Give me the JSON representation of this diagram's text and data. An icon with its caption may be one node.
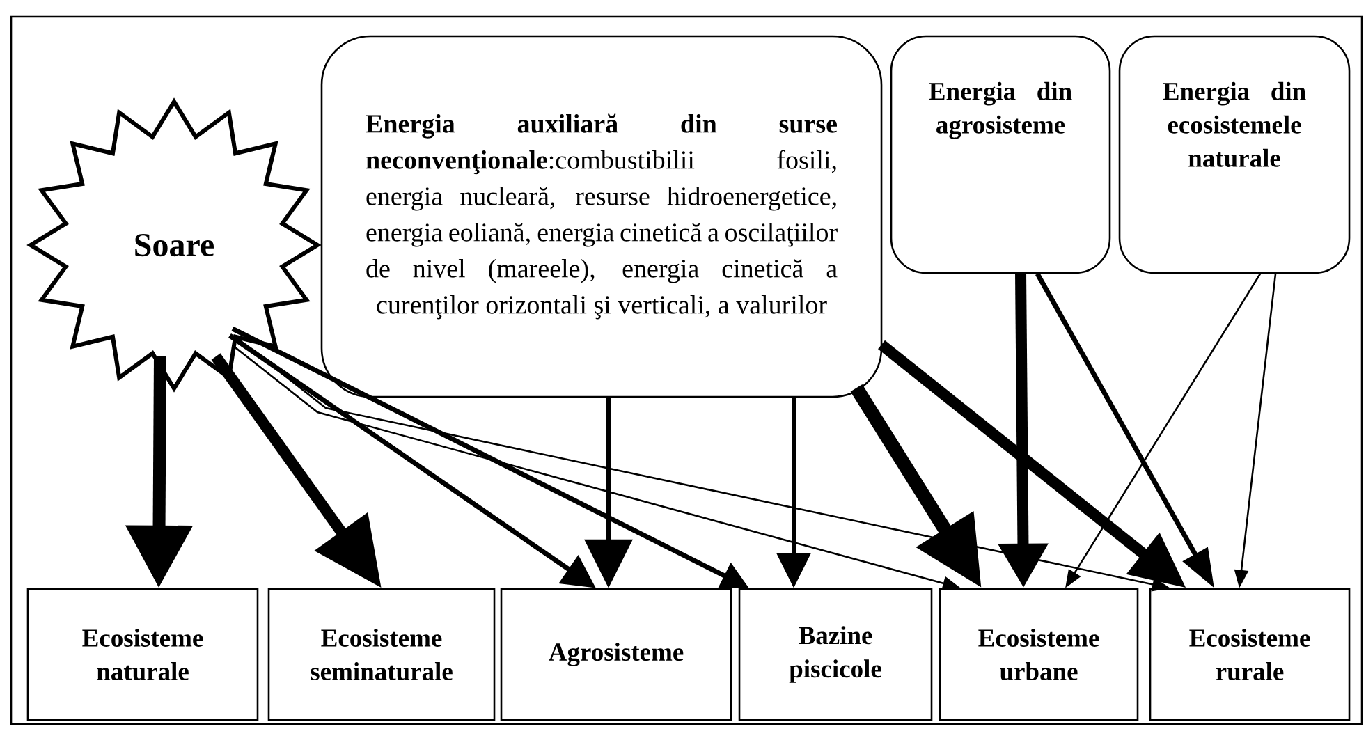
{
  "diagram": {
    "nodes": [
      {
        "text": [
          "Soare"
        ]
      },
      {
        "text": [
          "**Energia auxiliară din surse neconvenţionale**:combustibilii fosili, energia nucleară, resurse hidroenergetice, energia eoliană, energia cinetică a oscilaţiilor de nivel (mareele), energia cinetică a curenţilor orizontali şi verticali, a valurilor"
        ]
      },
      {
        "text": [
          "Energia din agrosisteme"
        ]
      },
      {
        "text": [
          "Energia din ecosistemele naturale"
        ]
      },
      {
        "text": [
          "Ecosisteme naturale"
        ]
      },
      {
        "text": [
          "Ecosisteme seminaturale"
        ]
      },
      {
        "text": [
          "Agrosisteme"
        ]
      },
      {
        "text": [
          "Bazine piscicole"
        ]
      },
      {
        "text": [
          "Ecosisteme urbane"
        ]
      },
      {
        "text": [
          "Ecosisteme rurale"
        ]
      }
    ],
    "edges": [
      {
        "from": 0,
        "to": 4,
        "arrow": "to",
        "style": "thick"
      },
      {
        "from": 0,
        "to": 5,
        "arrow": "to",
        "style": "thick"
      },
      {
        "from": 0,
        "to": 6,
        "arrow": "to"
      },
      {
        "from": 0,
        "to": 7,
        "arrow": "to"
      },
      {
        "from": 0,
        "to": 8,
        "arrow": "to"
      },
      {
        "from": 0,
        "to": 9,
        "arrow": "to"
      },
      {
        "from": 1,
        "to": 6,
        "arrow": "to"
      },
      {
        "from": 1,
        "to": 7,
        "arrow": "to"
      },
      {
        "from": 1,
        "to": 8,
        "arrow": "to",
        "style": "thick"
      },
      {
        "from": 1,
        "to": 9,
        "arrow": "to",
        "style": "thick"
      },
      {
        "from": 2,
        "to": 8,
        "arrow": "to",
        "style": "thick"
      },
      {
        "from": 2,
        "to": 9,
        "arrow": "to"
      },
      {
        "from": 3,
        "to": 8,
        "arrow": "to"
      },
      {
        "from": 3,
        "to": 9,
        "arrow": "to"
      }
    ]
  }
}
